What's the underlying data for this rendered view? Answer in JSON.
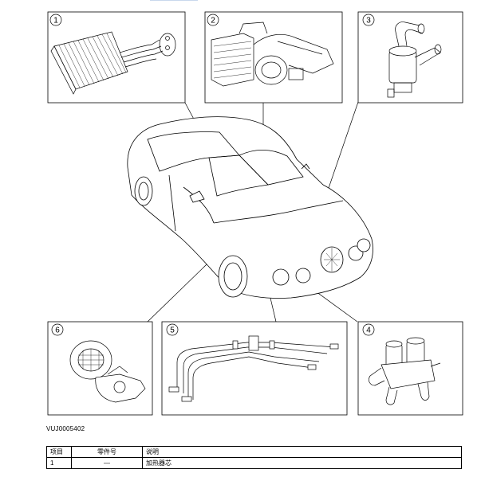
{
  "figure_id": "VUJ0005402",
  "callouts": [
    "1",
    "2",
    "3",
    "4",
    "5",
    "6"
  ],
  "table": {
    "headers": [
      "项目",
      "零件号",
      "说明"
    ],
    "rows": [
      [
        "1",
        "—",
        "加热器芯"
      ]
    ]
  }
}
